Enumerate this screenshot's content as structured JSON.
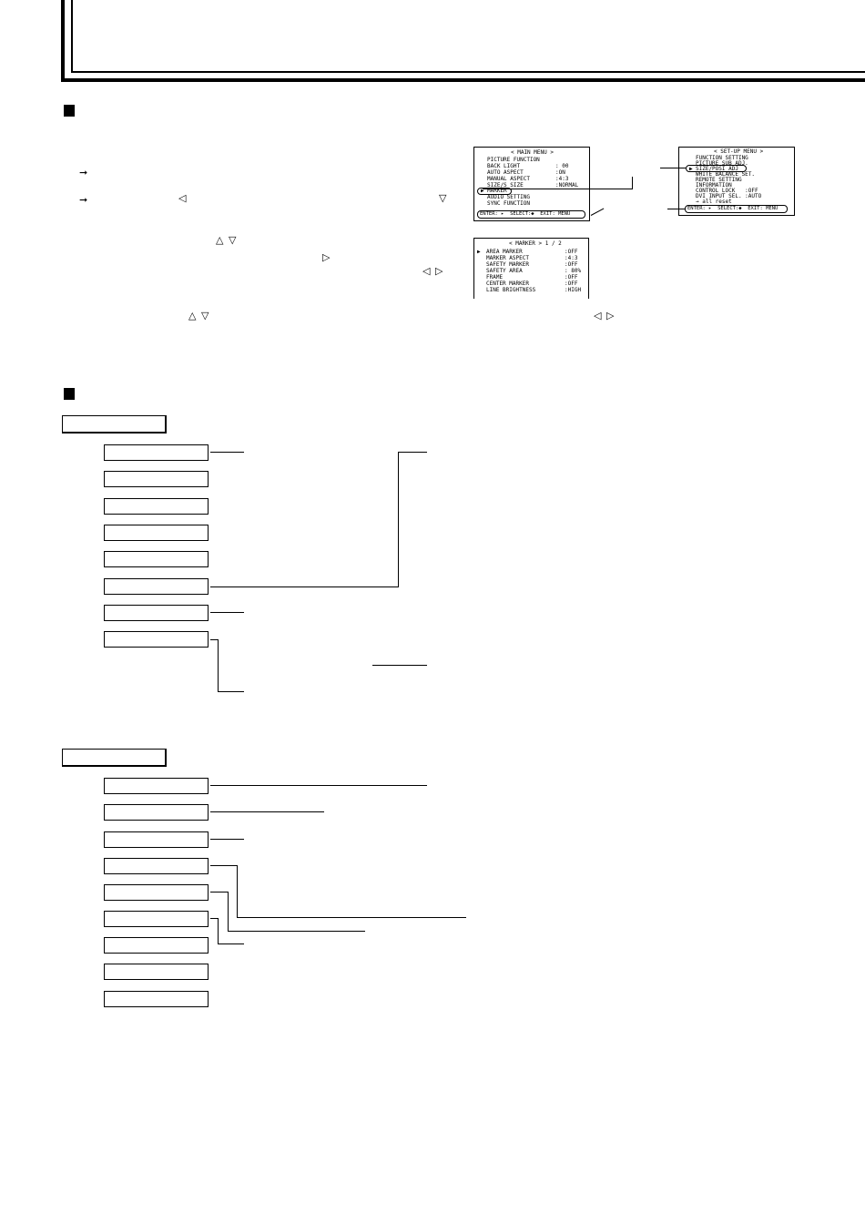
{
  "main_menu_screen": {
    "title": "< MAIN MENU >",
    "items": [
      {
        "label": "PICTURE FUNCTION",
        "value": ""
      },
      {
        "label": "BACK LIGHT",
        "value": ": 00"
      },
      {
        "label": "AUTO ASPECT",
        "value": ":ON"
      },
      {
        "label": "MANUAL ASPECT",
        "value": ":4:3"
      },
      {
        "label": "SIZE/S SIZE",
        "value": ":NORMAL"
      },
      {
        "label": "MARKER",
        "value": ""
      },
      {
        "label": "AUDIO SETTING",
        "value": ""
      },
      {
        "label": "SYNC FUNCTION",
        "value": ""
      }
    ],
    "footer": "ENTER: ▸  SELECT:◆  EXIT: MENU"
  },
  "setup_menu_screen": {
    "title": "< SET-UP MENU >",
    "items": [
      "FUNCTION SETTING",
      "PICTURE SUB ADJ.",
      "SIZE/POSI ADJ",
      "WHITE BALANCE SET.",
      "REMOTE SETTING",
      "INFORMATION",
      "CONTROL LOCK   :OFF",
      "DVI INPUT SEL. :AUTO",
      "→ all reset"
    ],
    "footer": "ENTER: ▸  SELECT:◆  EXIT: MENU"
  },
  "marker_screen": {
    "title": "< MARKER > 1 / 2",
    "items": [
      {
        "label": "AREA MARKER",
        "value": ":OFF"
      },
      {
        "label": "MARKER ASPECT",
        "value": ":4:3"
      },
      {
        "label": "SAFETY MARKER",
        "value": ":OFF"
      },
      {
        "label": "SAFETY AREA",
        "value": ": 80%"
      },
      {
        "label": "FRAME",
        "value": ":OFF"
      },
      {
        "label": "CENTER MARKER",
        "value": ":OFF"
      },
      {
        "label": "LINE BRIGHTNESS",
        "value": ":HIGH"
      }
    ]
  },
  "icons": {
    "arrow_right": "➞",
    "tri_left": "◁",
    "tri_right": "▷",
    "tri_up": "△",
    "tri_down": "▽",
    "square": "■"
  }
}
